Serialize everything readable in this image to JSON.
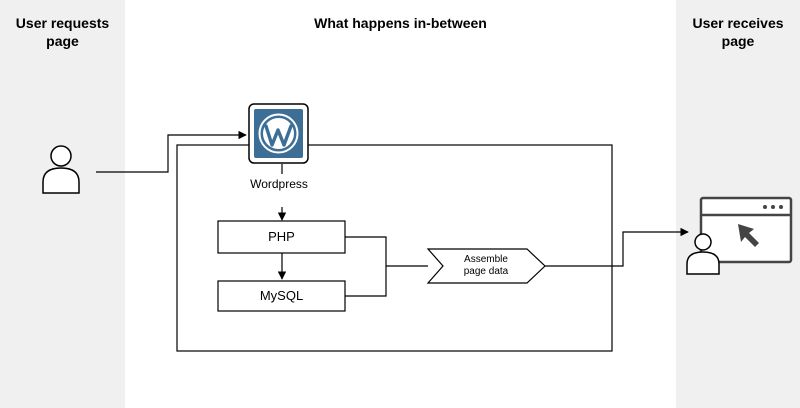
{
  "columns": {
    "left_title": "User requests\npage",
    "middle_title": "What happens in-between",
    "right_title": "User receives\npage"
  },
  "nodes": {
    "wordpress_label": "Wordpress",
    "php_label": "PHP",
    "mysql_label": "MySQL",
    "assemble_label": "Assemble\npage data"
  },
  "icons": {
    "requesting_user": "user-icon",
    "wordpress_logo": "wordpress-logo-icon",
    "browser_window": "browser-window-icon",
    "cursor": "cursor-arrow-icon",
    "receiving_user": "user-icon"
  },
  "colors": {
    "column_background": "#f0f0f0",
    "wordpress_blue": "#3c6e96",
    "stroke": "#000000"
  }
}
